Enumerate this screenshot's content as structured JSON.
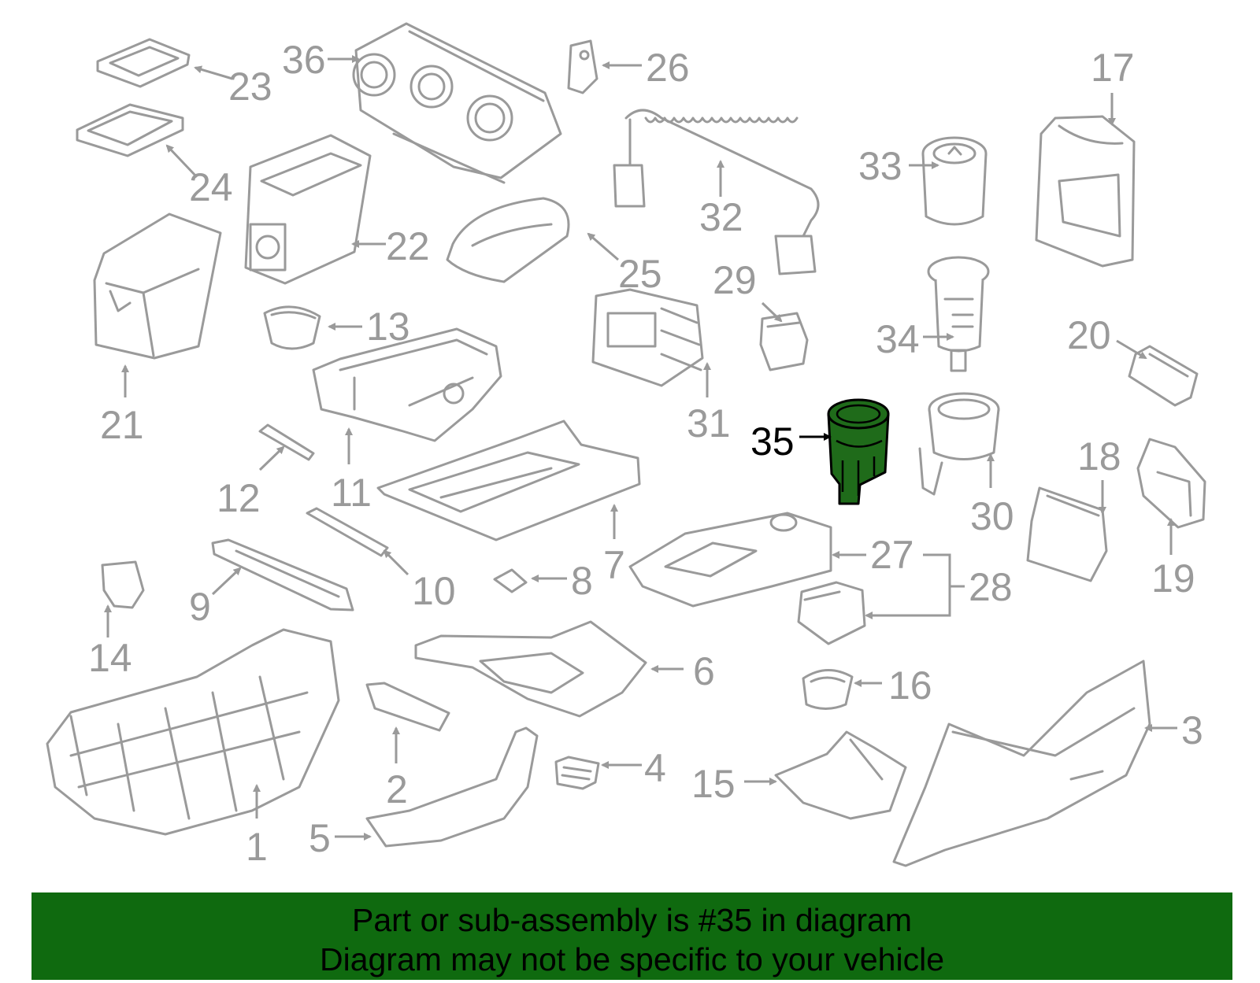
{
  "banner": {
    "line1": "Part or sub-assembly is #35 in diagram",
    "line2": "Diagram may not be specific to your vehicle",
    "background_color": "#0f6a0f",
    "text_color": "#000000"
  },
  "colors": {
    "part_outline": "#9a9a9a",
    "highlight_fill": "#1f6b1a",
    "selected_label": "#000000"
  },
  "selected_callout": "35",
  "callouts": {
    "c1": "1",
    "c2": "2",
    "c3": "3",
    "c4": "4",
    "c5": "5",
    "c6": "6",
    "c7": "7",
    "c8": "8",
    "c9": "9",
    "c10": "10",
    "c11": "11",
    "c12": "12",
    "c13": "13",
    "c14": "14",
    "c15": "15",
    "c16": "16",
    "c17": "17",
    "c18": "18",
    "c19": "19",
    "c20": "20",
    "c21": "21",
    "c22": "22",
    "c23": "23",
    "c24": "24",
    "c25": "25",
    "c26": "26",
    "c27": "27",
    "c28": "28",
    "c29": "29",
    "c30": "30",
    "c31": "31",
    "c32": "32",
    "c33": "33",
    "c34": "34",
    "c35": "35",
    "c36": "36"
  }
}
